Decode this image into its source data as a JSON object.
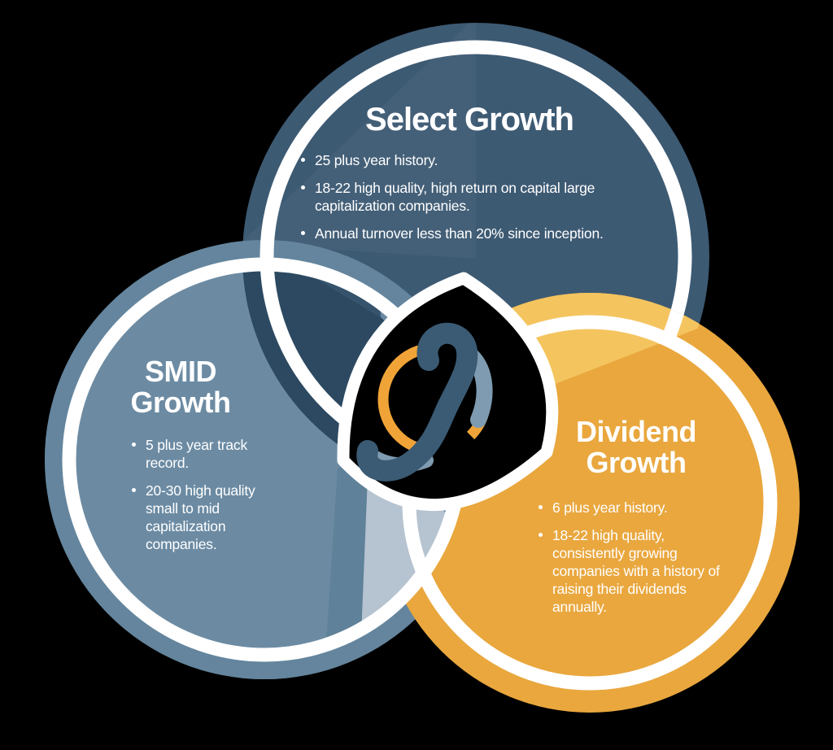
{
  "background_color": "#000000",
  "colors": {
    "select_navy": "#3D5A73",
    "select_overlap_medium": "#35536C",
    "select_overlap_dark": "#2C4961",
    "smid_slate": "#6C8BA3",
    "smid_band": "#64859D",
    "smid_dark_strip": "#5F8199",
    "smid_light_wedge": "#B6C3D1",
    "dividend_gold": "#E9A73E",
    "dividend_light_gold": "#F4C45F",
    "ring_white": "#FFFFFF",
    "logo_orange": "#F0A437",
    "logo_dark_blue": "#3B5B74",
    "logo_light_blue": "#7E9BB1"
  },
  "venn": {
    "select": {
      "title": "Select Growth",
      "bullets": [
        "25 plus year history.",
        "18-22 high quality, high return on capital large capitalization companies.",
        "Annual turnover less than 20% since inception."
      ]
    },
    "smid": {
      "title_lines": [
        "SMID",
        "Growth"
      ],
      "bullets": [
        "5 plus year track record.",
        "20-30 high quality small to mid capitalization companies."
      ]
    },
    "dividend": {
      "title_lines": [
        "Dividend",
        "Growth"
      ],
      "bullets": [
        "6 plus year history.",
        "18-22 high quality, consistently growing companies with a history of raising their dividends annually."
      ]
    }
  },
  "logo": {
    "name": "s-swirl-logo"
  }
}
